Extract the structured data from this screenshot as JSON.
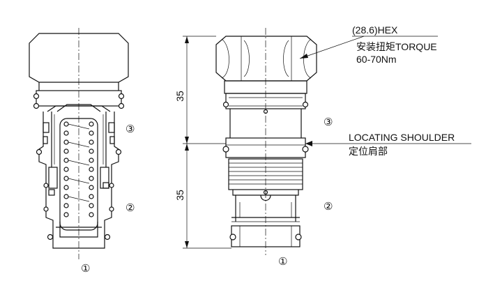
{
  "hex_label": "(28.6)HEX",
  "torque_label": "安装扭矩TORQUE",
  "torque_value": "60-70Nm",
  "shoulder_label": "LOCATING SHOULDER",
  "shoulder_label_cn": "定位肩部",
  "dim_upper": "35",
  "dim_lower": "35",
  "ports": {
    "left_3": "③",
    "left_2": "②",
    "left_1": "①",
    "right_3": "③",
    "right_2": "②",
    "right_1": "①"
  }
}
